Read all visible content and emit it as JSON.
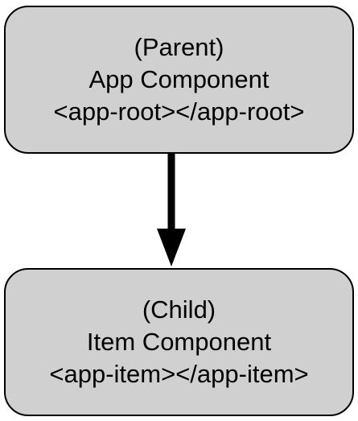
{
  "diagram": {
    "parent": {
      "role": "(Parent)",
      "name": "App Component",
      "selector": "<app-root></app-root>"
    },
    "child": {
      "role": "(Child)",
      "name": "Item Component",
      "selector": "<app-item></app-item>"
    },
    "colors": {
      "node_fill": "#d0d0d0",
      "node_border": "#000000",
      "arrow": "#000000",
      "text": "#000000"
    }
  }
}
